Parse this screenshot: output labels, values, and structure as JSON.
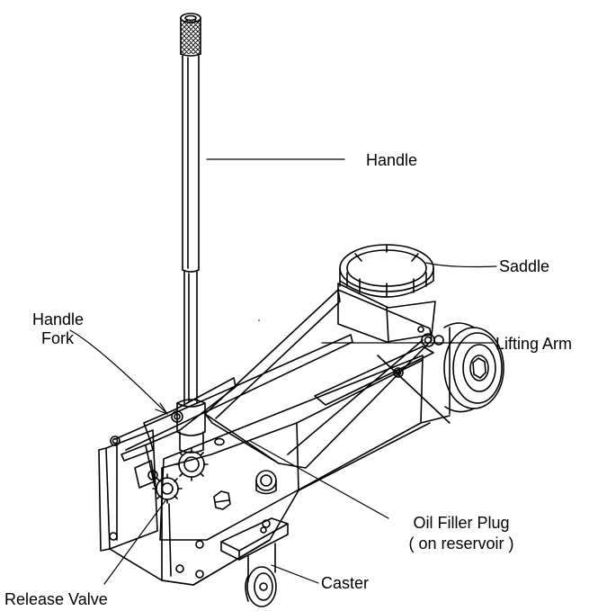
{
  "diagram": {
    "labels": {
      "handle": "Handle",
      "saddle": "Saddle",
      "handle_fork_line1": "Handle",
      "handle_fork_line2": "Fork",
      "lifting_arm": "Lifting Arm",
      "oil_filler_plug_line1": "Oil Filler Plug",
      "oil_filler_plug_line2": "( on reservoir )",
      "release_valve": "Release Valve",
      "caster": "Caster"
    },
    "colors": {
      "ink": "#000000",
      "paper": "#ffffff"
    }
  }
}
